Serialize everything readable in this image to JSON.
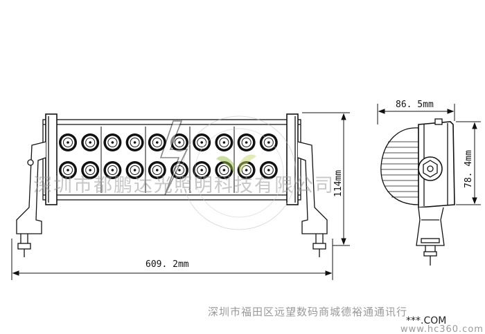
{
  "dimensions": {
    "length": "609. 2mm",
    "height": "114mm",
    "depth": "86. 5mm",
    "side_height": "78. 4mm"
  },
  "watermark": {
    "company": "深圳市都鹏达光照明科技有限公司",
    "store_line": "深圳市福田区远望数码商城德裕通通讯行",
    "site": "***.COM",
    "site_small": "www.hc360.com"
  },
  "colors": {
    "line": "#111111",
    "watermark": "#9a9a9a"
  }
}
